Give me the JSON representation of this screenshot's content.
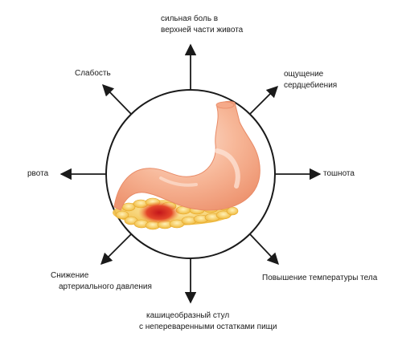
{
  "symptoms": {
    "top": [
      "сильная боль в",
      "верхней части живота"
    ],
    "top_right": [
      "ощущение",
      "сердцебиения"
    ],
    "right": [
      "тошнота"
    ],
    "bottom_right": [
      "Повышение температуры тела"
    ],
    "bottom": [
      "кашицеобразный стул",
      "с непереваренными остатками пищи"
    ],
    "bottom_left": [
      "Снижение",
      "артериального давления"
    ],
    "left": [
      "рвота"
    ],
    "top_left": [
      "Слабость"
    ]
  },
  "colors": {
    "stroke": "#1a1a1a",
    "stomach": "#f6b296",
    "stomach_highlight": "#fde0d2",
    "pancreas": "#f6c957",
    "inflammation": "#e0421f"
  }
}
